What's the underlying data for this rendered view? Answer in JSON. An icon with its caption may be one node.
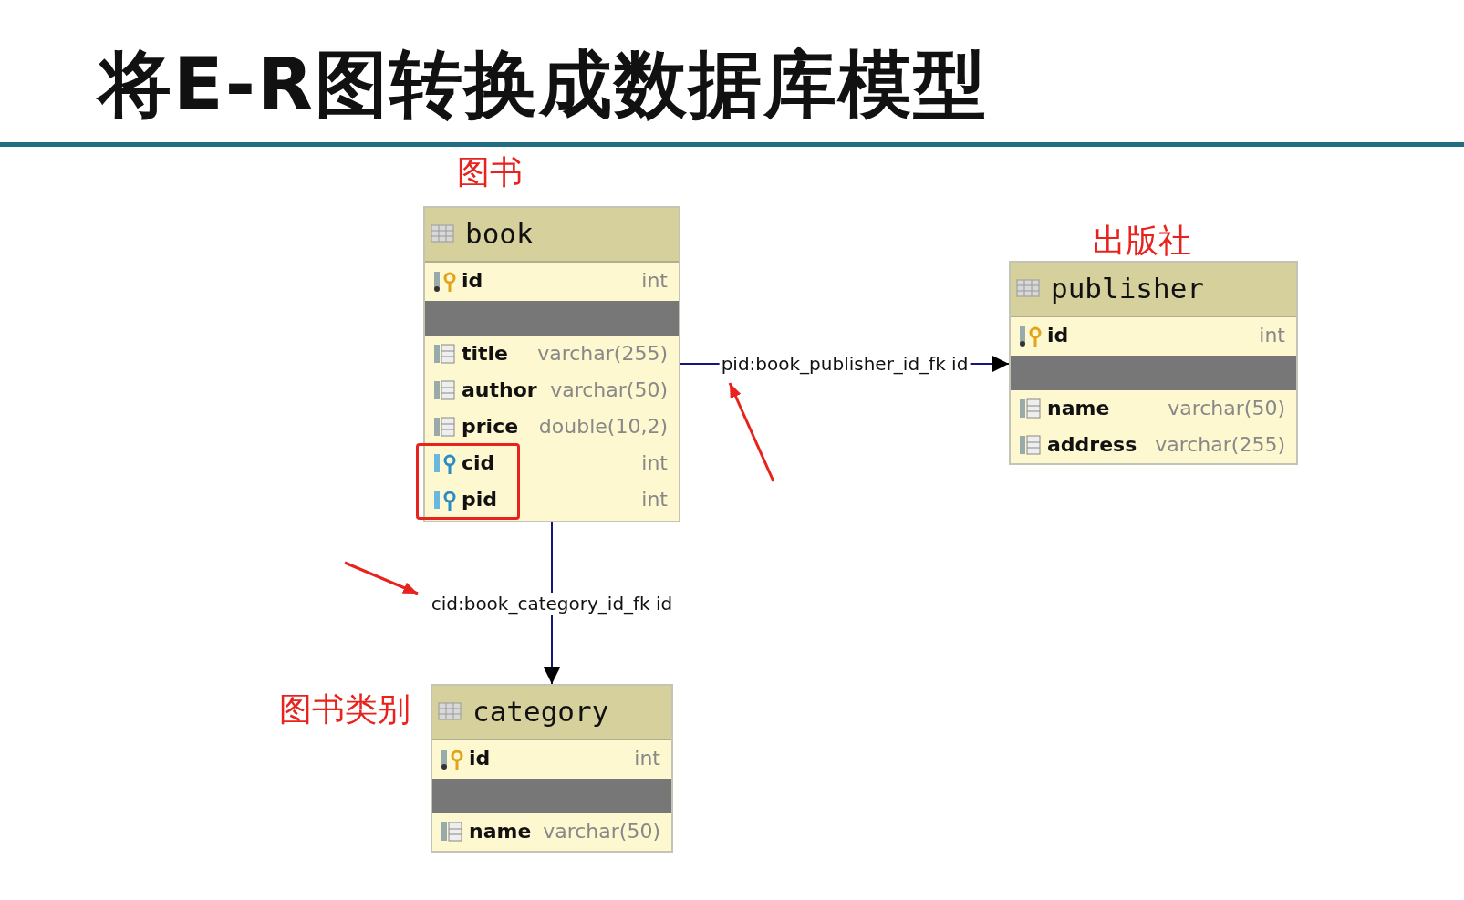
{
  "diagram": {
    "title": "将E-R图转换成数据库模型",
    "nodes": [
      {
        "text": [
          "图书",
          "book",
          "id",
          "int",
          "title",
          "varchar(255)",
          "author",
          "varchar(50)",
          "price",
          "double(10,2)",
          "cid",
          "int",
          "pid",
          "int"
        ]
      },
      {
        "text": [
          "出版社",
          "publisher",
          "id",
          "int",
          "name",
          "varchar(50)",
          "address",
          "varchar(255)"
        ]
      },
      {
        "text": [
          "图书类别",
          "category",
          "id",
          "int",
          "name",
          "varchar(50)"
        ]
      }
    ],
    "edges": [
      {
        "from": 0,
        "to": 1,
        "arrow": "to",
        "label": "pid:book_publisher_id_fk id"
      },
      {
        "from": 0,
        "to": 2,
        "arrow": "to",
        "label": "cid:book_category_id_fk id"
      }
    ]
  }
}
